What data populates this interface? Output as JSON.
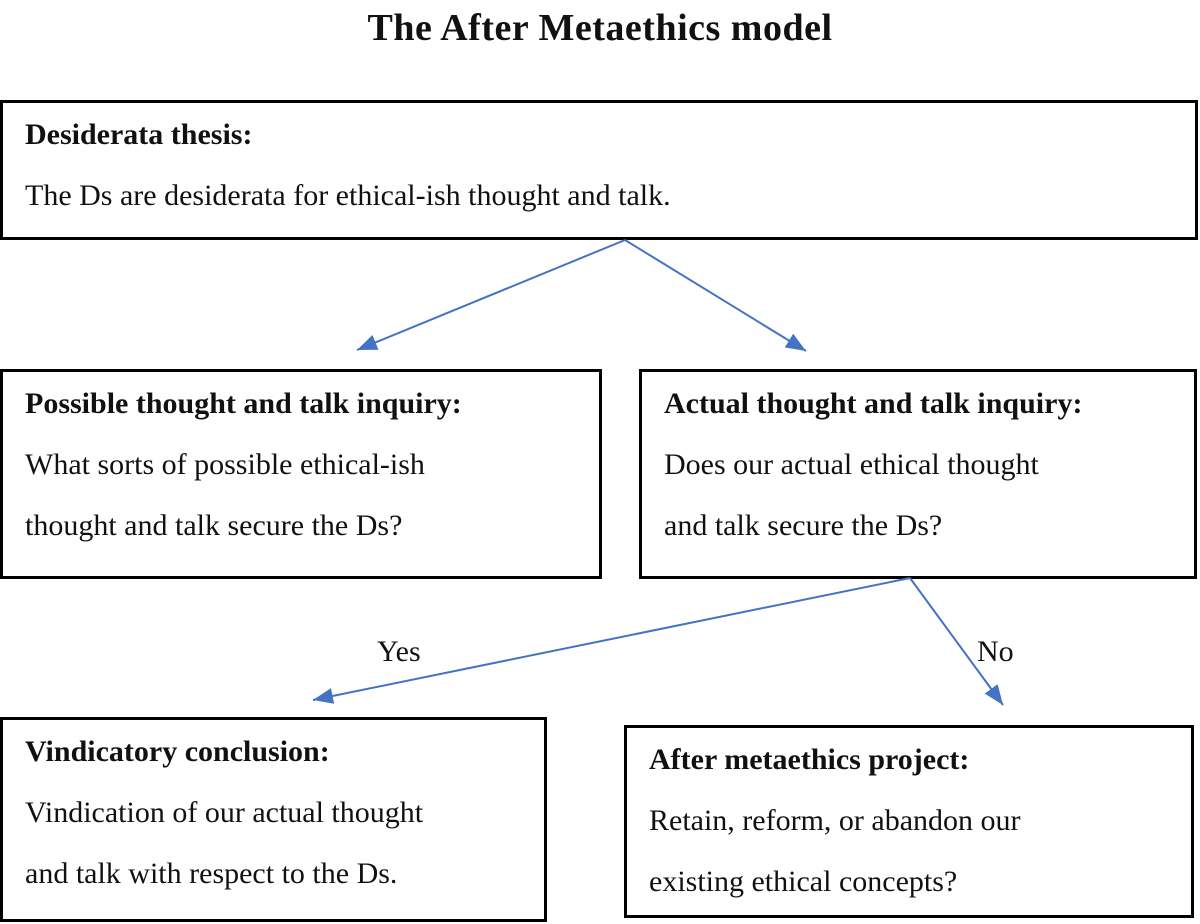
{
  "title": "The After Metaethics model",
  "colors": {
    "arrow_blue": "#4472C4",
    "box_border": "#000000",
    "text": "#111111",
    "background": "#FFFFFF"
  },
  "boxes": {
    "desiderata": {
      "heading": "Desiderata thesis:",
      "body": "The Ds are desiderata for ethical-ish thought and talk."
    },
    "possible": {
      "heading": "Possible thought and talk inquiry:",
      "body": "What sorts of possible ethical-ish\nthought and talk secure the Ds?"
    },
    "actual": {
      "heading": "Actual thought and talk inquiry:",
      "body": "Does our actual ethical thought\nand talk secure the Ds?"
    },
    "vindicatory": {
      "heading": "Vindicatory conclusion:",
      "body": "Vindication of our actual thought\nand talk with respect to the Ds."
    },
    "after_metaethics": {
      "heading": "After metaethics project:",
      "body": "Retain, reform, or abandon our\nexisting ethical concepts?"
    }
  },
  "edge_labels": {
    "yes": "Yes",
    "no": "No"
  }
}
